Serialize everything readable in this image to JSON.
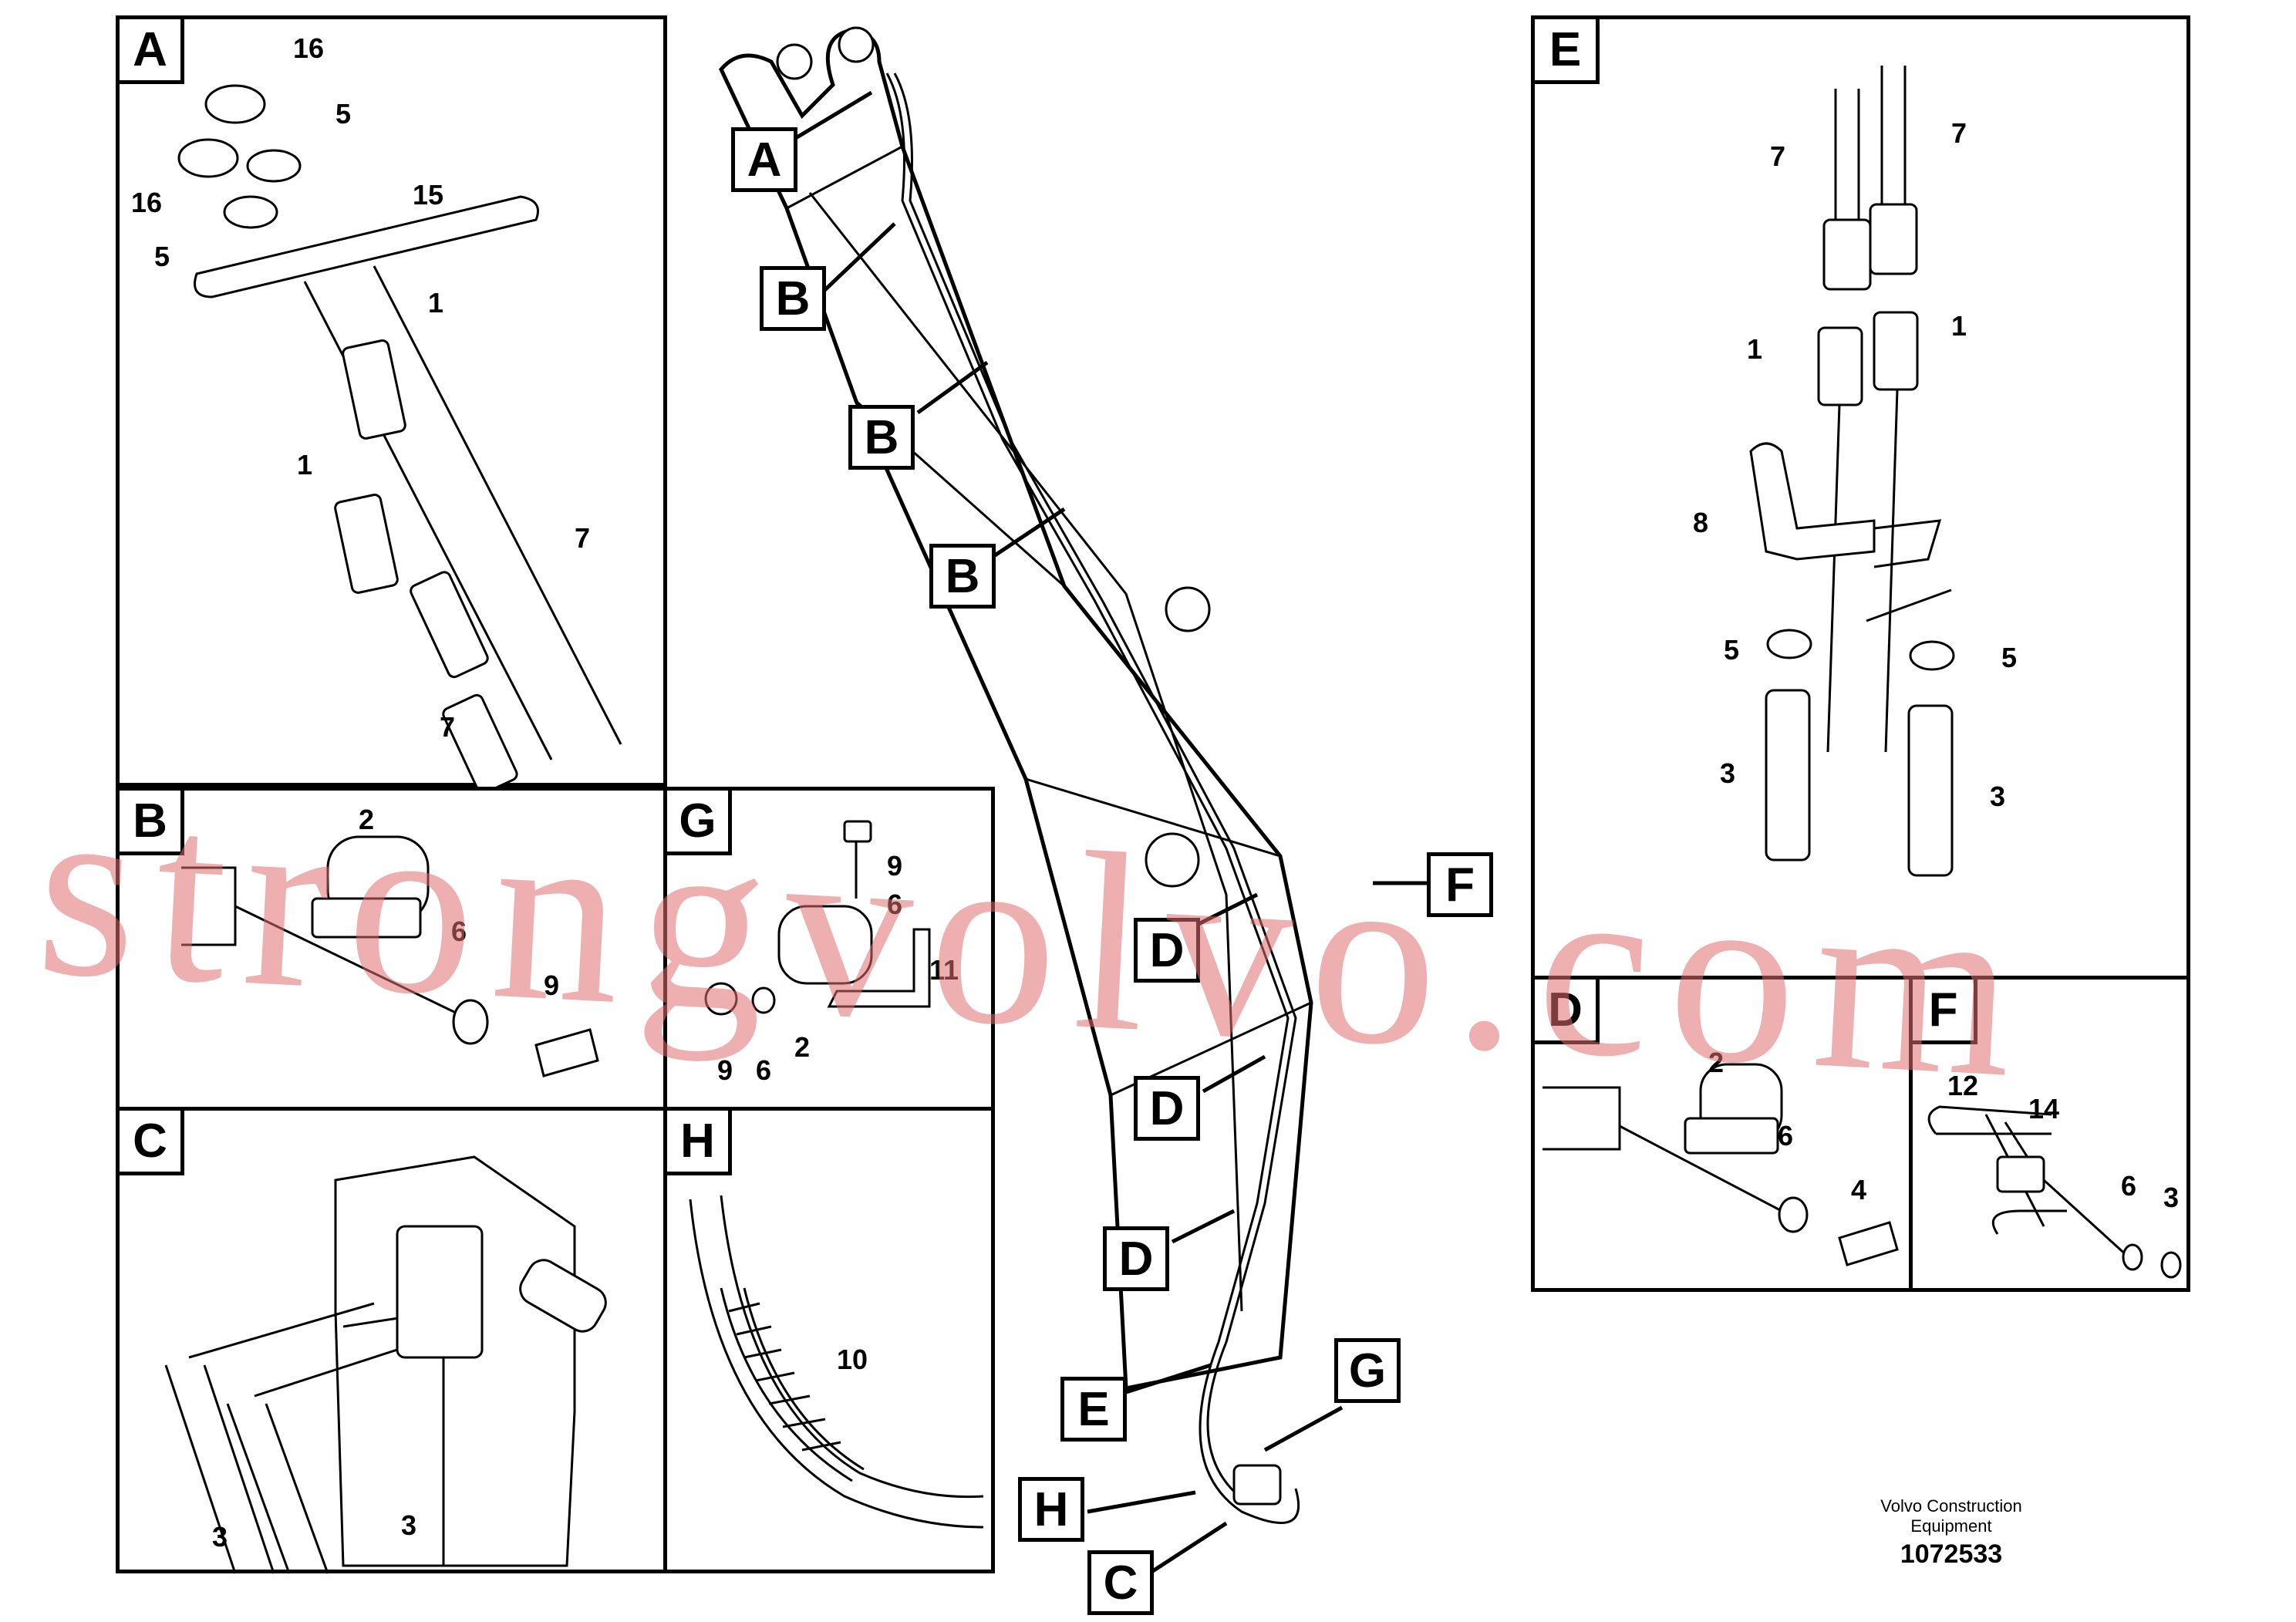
{
  "panels": {
    "A": {
      "tag": "A",
      "labels": [
        "16",
        "5",
        "16",
        "5",
        "15",
        "1",
        "1",
        "7",
        "7"
      ]
    },
    "B": {
      "tag": "B",
      "labels": [
        "2",
        "6",
        "9"
      ]
    },
    "G": {
      "tag": "G",
      "labels": [
        "9",
        "6",
        "11",
        "9",
        "6",
        "2"
      ]
    },
    "C": {
      "tag": "C",
      "labels": [
        "3",
        "3"
      ]
    },
    "H": {
      "tag": "H",
      "labels": [
        "10"
      ]
    },
    "E": {
      "tag": "E",
      "labels": [
        "7",
        "7",
        "1",
        "1",
        "8",
        "5",
        "5",
        "3",
        "3"
      ]
    },
    "D": {
      "tag": "D",
      "labels": [
        "2",
        "6",
        "4"
      ]
    },
    "F": {
      "tag": "F",
      "labels": [
        "12",
        "14",
        "6",
        "3"
      ]
    }
  },
  "callouts": {
    "A": "A",
    "B1": "B",
    "B2": "B",
    "B3": "B",
    "F": "F",
    "D1": "D",
    "D2": "D",
    "D3": "D",
    "E": "E",
    "G": "G",
    "H": "H",
    "C": "C"
  },
  "watermark": "strongvolvo.com",
  "footer": {
    "line1": "Volvo Construction",
    "line2": "Equipment",
    "id": "1072533"
  }
}
